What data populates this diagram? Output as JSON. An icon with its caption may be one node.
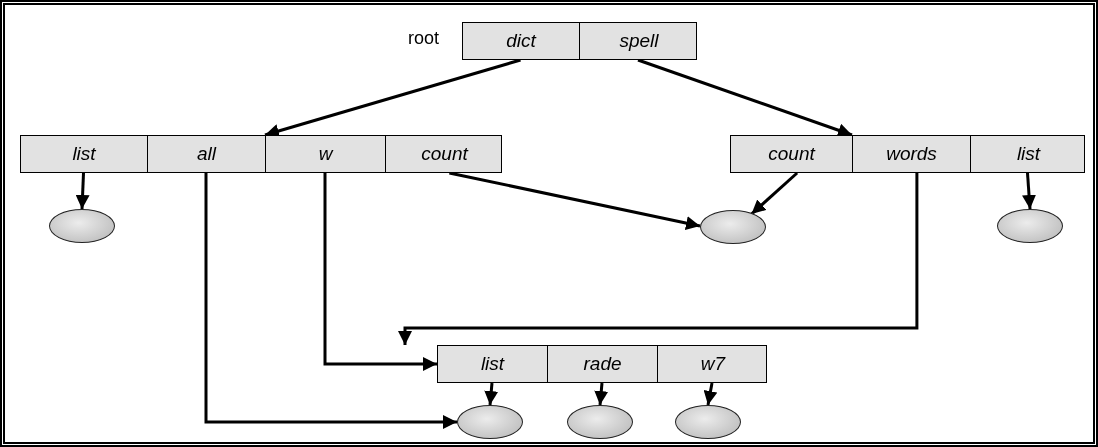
{
  "diagram": {
    "nodes": [
      {
        "text": [],
        "shape": "box"
      },
      {
        "text": [
          "dict"
        ],
        "in": 0
      },
      {
        "text": [
          "spell"
        ],
        "in": 0
      },
      {
        "text": [],
        "shape": "box"
      },
      {
        "text": [
          "list"
        ],
        "in": 3
      },
      {
        "text": [
          "all"
        ],
        "in": 3
      },
      {
        "text": [
          "w"
        ],
        "in": 3
      },
      {
        "text": [
          "count"
        ],
        "in": 3
      },
      {
        "text": [],
        "shape": "box"
      },
      {
        "text": [
          "count"
        ],
        "in": 8
      },
      {
        "text": [
          "words"
        ],
        "in": 8
      },
      {
        "text": [
          "list"
        ],
        "in": 8
      },
      {
        "text": [],
        "shape": "circle"
      },
      {
        "text": [],
        "shape": "circle"
      },
      {
        "text": [],
        "shape": "circle"
      },
      {
        "text": [],
        "shape": "box"
      },
      {
        "text": [
          "list"
        ],
        "in": 15
      },
      {
        "text": [
          "rade"
        ],
        "in": 15
      },
      {
        "text": [
          "w7"
        ],
        "in": 15
      },
      {
        "text": [],
        "shape": "circle"
      },
      {
        "text": [],
        "shape": "circle"
      },
      {
        "text": [],
        "shape": "circle"
      }
    ],
    "edges": [
      {
        "from": 1,
        "to": 3,
        "arrow": "to"
      },
      {
        "from": 2,
        "to": 8,
        "arrow": "to"
      },
      {
        "from": 4,
        "to": 12,
        "arrow": "to"
      },
      {
        "from": 7,
        "to": 13,
        "arrow": "to"
      },
      {
        "from": 9,
        "to": 13,
        "arrow": "to"
      },
      {
        "from": 11,
        "to": 14,
        "arrow": "to"
      },
      {
        "from": 5,
        "to": 19,
        "arrow": "to"
      },
      {
        "from": 6,
        "to": 15,
        "arrow": "to"
      },
      {
        "from": 10,
        "to": 15,
        "arrow": "to"
      },
      {
        "from": 16,
        "to": 19,
        "arrow": "to"
      },
      {
        "from": 17,
        "to": 20,
        "arrow": "to"
      },
      {
        "from": 18,
        "to": 21,
        "arrow": "to"
      }
    ],
    "labels": [
      "root"
    ]
  }
}
